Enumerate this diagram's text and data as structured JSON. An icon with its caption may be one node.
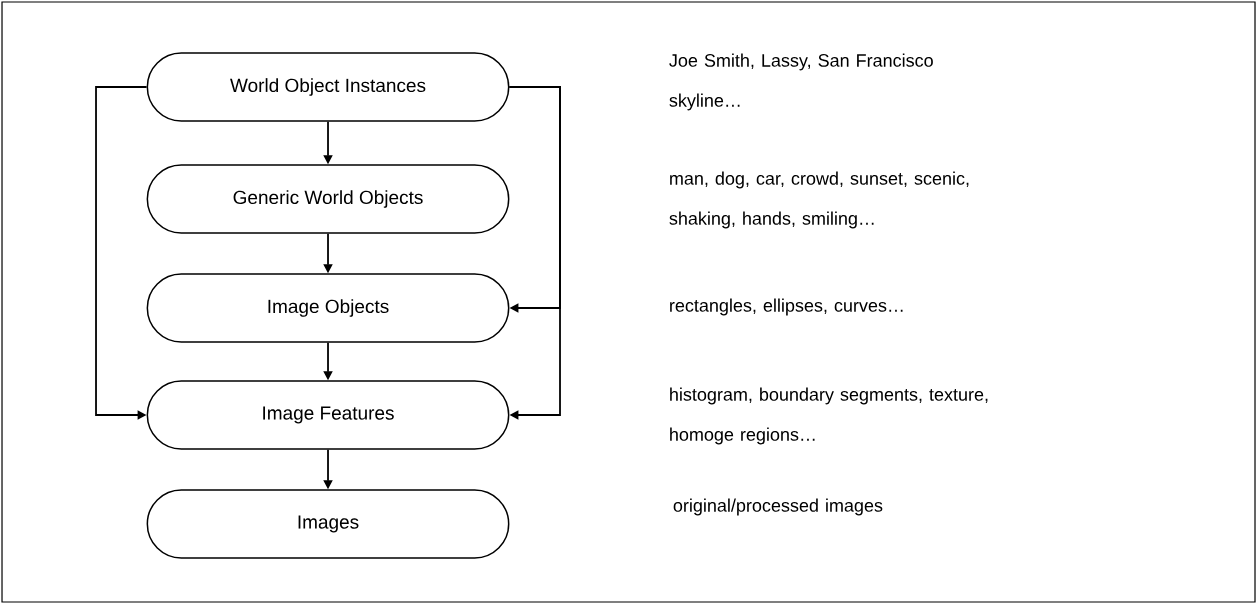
{
  "diagram": {
    "nodes": [
      {
        "text": [
          "World Object Instances"
        ]
      },
      {
        "text": [
          "Generic World Objects"
        ]
      },
      {
        "text": [
          "Image Objects"
        ]
      },
      {
        "text": [
          "Image Features"
        ]
      },
      {
        "text": [
          "Images"
        ]
      }
    ],
    "edges": [
      {
        "from": 0,
        "to": 1,
        "arrow": "to"
      },
      {
        "from": 1,
        "to": 2,
        "arrow": "to"
      },
      {
        "from": 2,
        "to": 3,
        "arrow": "to"
      },
      {
        "from": 3,
        "to": 4,
        "arrow": "to"
      },
      {
        "from": 0,
        "to": 3,
        "arrow": "to"
      },
      {
        "from": 0,
        "to": 2,
        "arrow": "to"
      },
      {
        "from": 0,
        "to": 3,
        "arrow": "to"
      }
    ],
    "labels": [
      "Joe Smith, Lassy, San Francisco skyline…",
      "man, dog, car, crowd, sunset, scenic, shaking, hands, smiling…",
      "rectangles, ellipses, curves…",
      "histogram, boundary segments, texture, homoge regions…",
      "original/processed images"
    ]
  }
}
